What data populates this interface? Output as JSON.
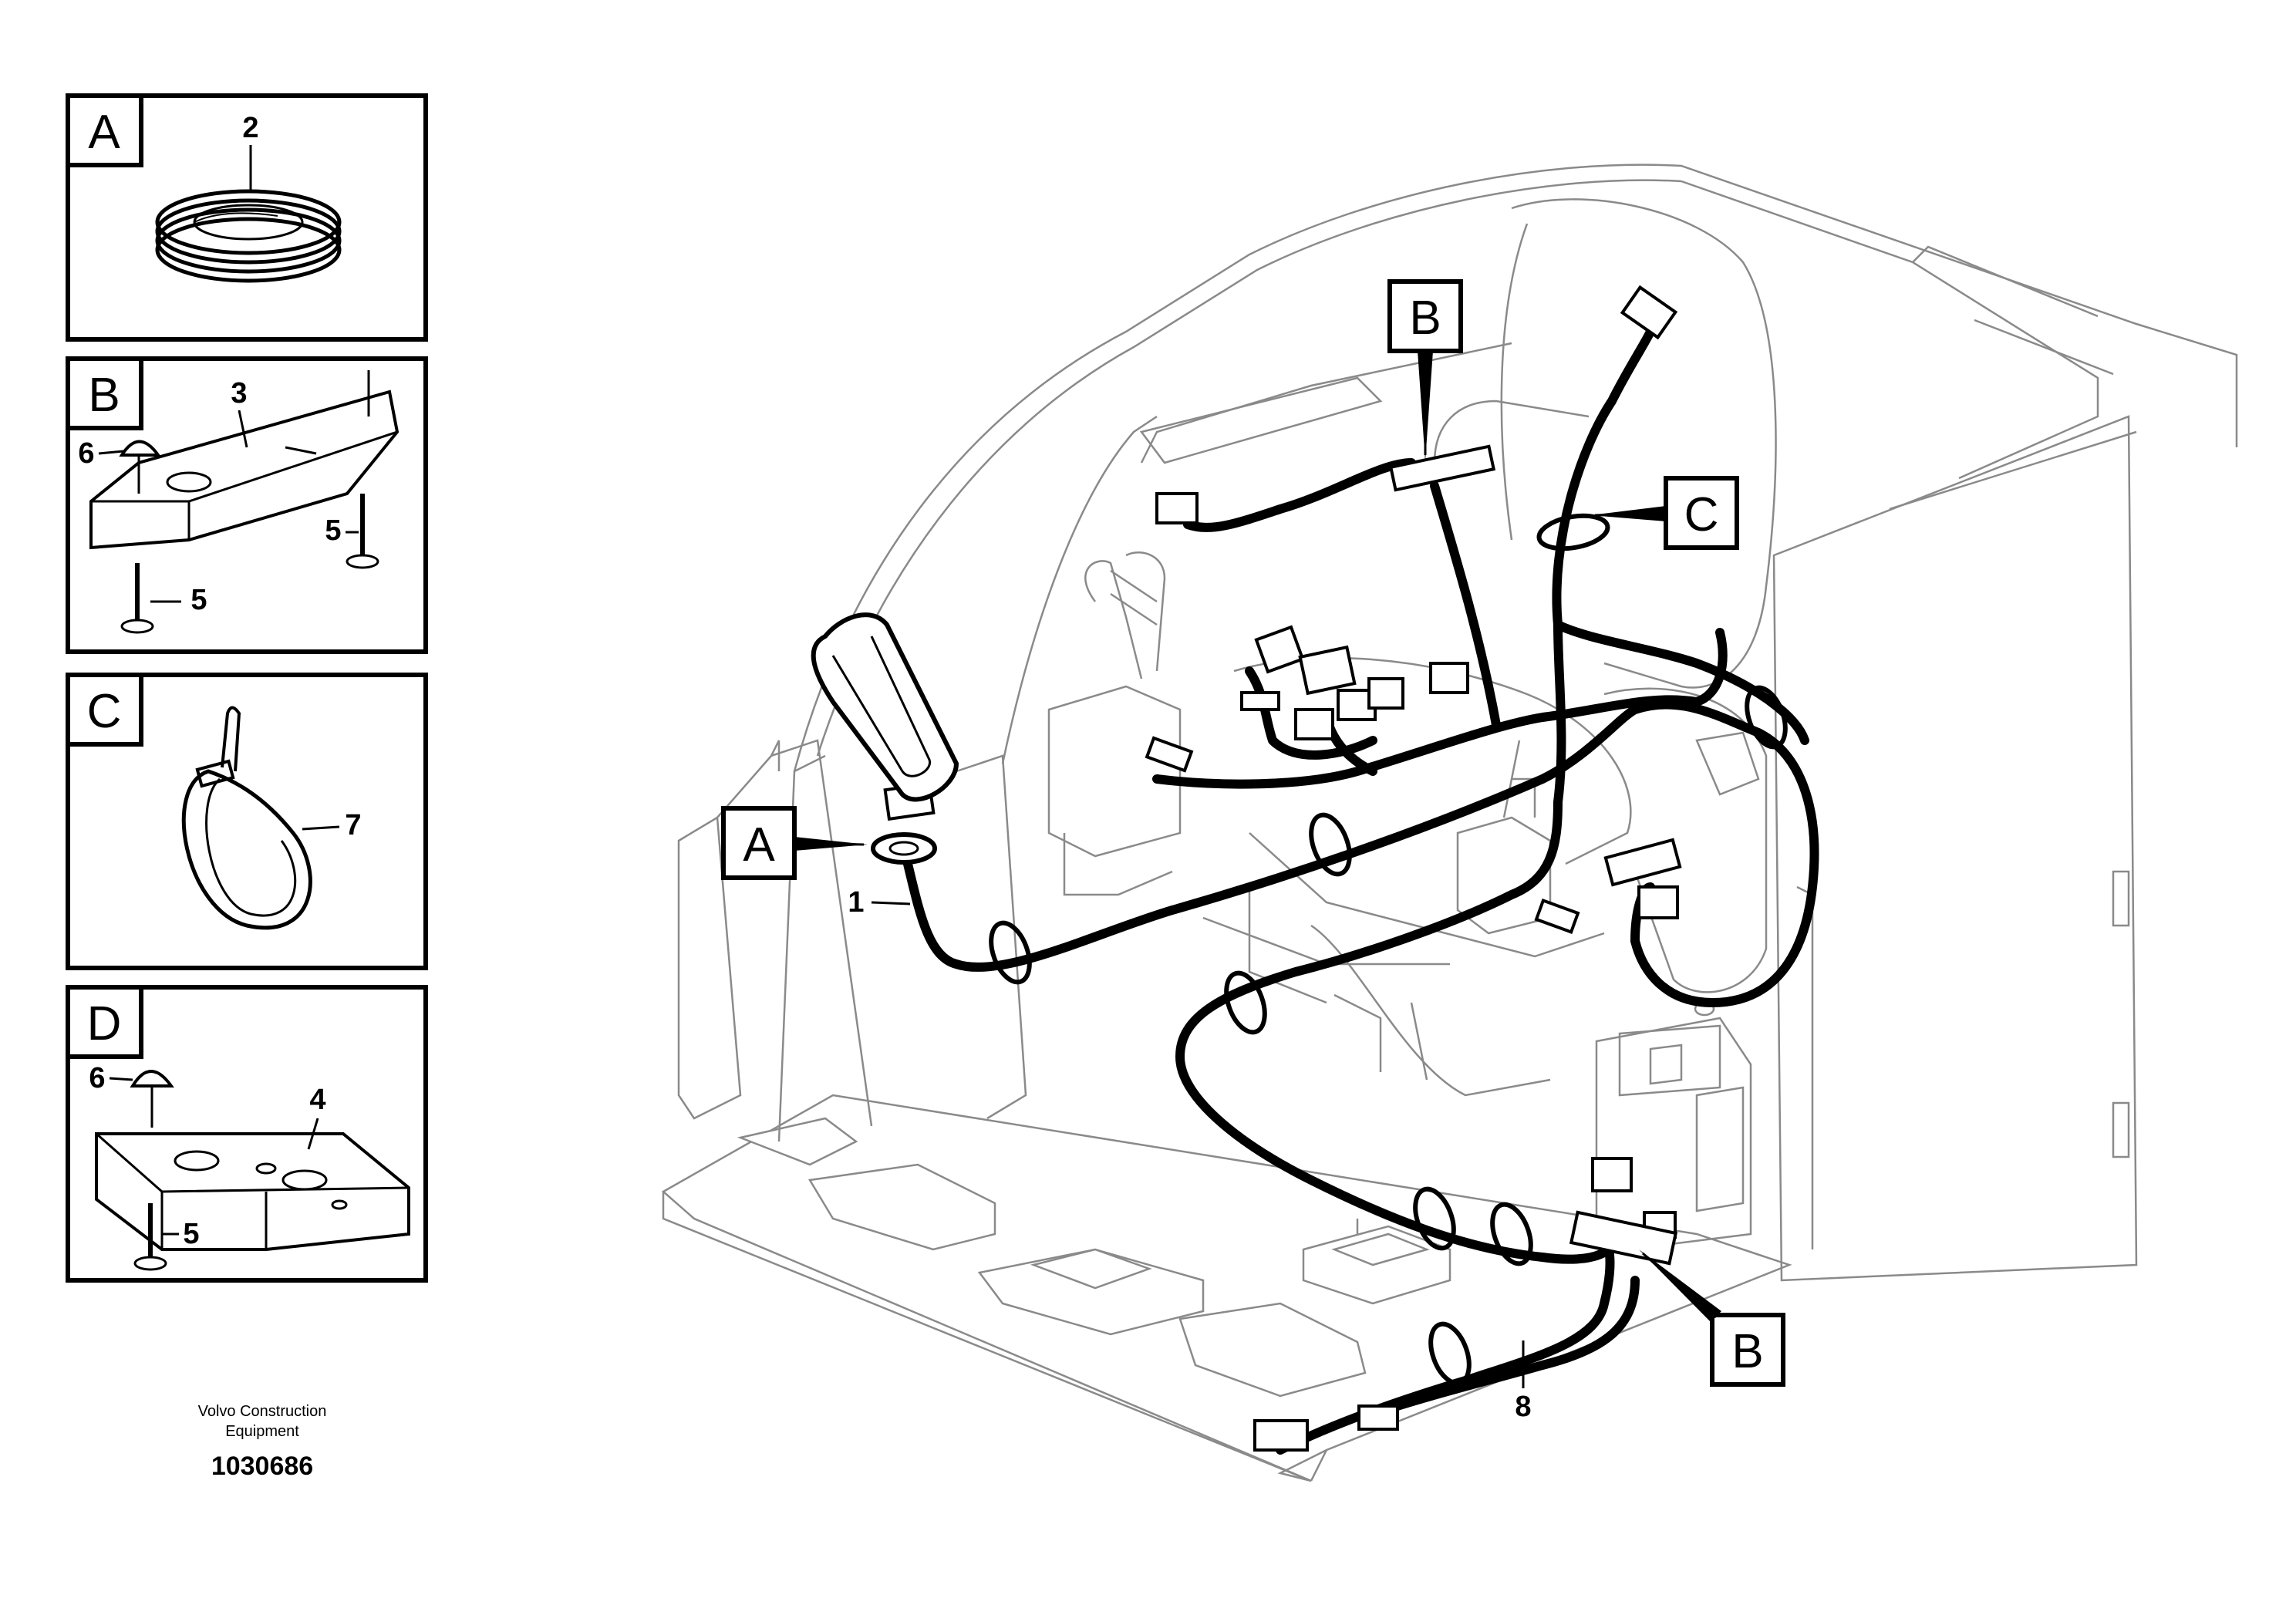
{
  "detail_panels": [
    {
      "letter": "A",
      "callouts": [
        "2"
      ]
    },
    {
      "letter": "B",
      "callouts": [
        "3",
        "6",
        "5",
        "5"
      ]
    },
    {
      "letter": "C",
      "callouts": [
        "7"
      ]
    },
    {
      "letter": "D",
      "callouts": [
        "6",
        "4",
        "5"
      ]
    }
  ],
  "main_labels": {
    "A": "A",
    "B_top": "B",
    "C": "C",
    "B_bottom": "B"
  },
  "main_callouts": {
    "harness_1": "1",
    "harness_8": "8"
  },
  "footer": {
    "line1": "Volvo Construction",
    "line2": "Equipment",
    "part_number": "1030686"
  }
}
